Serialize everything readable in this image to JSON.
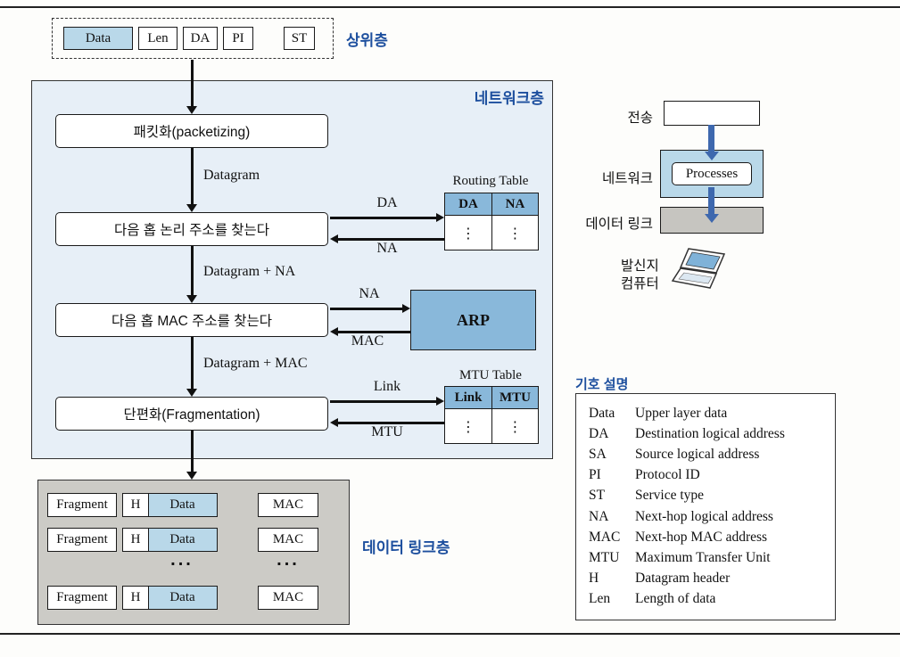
{
  "upper_layer": {
    "label": "상위층",
    "fields": [
      "Data",
      "Len",
      "DA",
      "PI",
      "ST"
    ]
  },
  "network_layer": {
    "label": "네트워크층",
    "step1": "패킷화(packetizing)",
    "step2": "다음 홉 논리 주소를 찾는다",
    "step3": "다음 홉 MAC 주소를 찾는다",
    "step4": "단편화(Fragmentation)",
    "flow1": "Datagram",
    "flow2": "Datagram + NA",
    "flow3": "Datagram + MAC",
    "routing_table": {
      "title": "Routing Table",
      "col1": "DA",
      "col2": "NA",
      "dots": "⋮",
      "out_label": "DA",
      "in_label": "NA"
    },
    "arp": {
      "label": "ARP",
      "out_label": "NA",
      "in_label": "MAC"
    },
    "mtu_table": {
      "title": "MTU Table",
      "col1": "Link",
      "col2": "MTU",
      "dots": "⋮",
      "out_label": "Link",
      "in_label": "MTU"
    }
  },
  "data_link_layer": {
    "label": "데이터 링크층",
    "fragment": "Fragment",
    "h": "H",
    "data": "Data",
    "mac": "MAC",
    "ellipsis": "..."
  },
  "stack": {
    "transport_label": "전송",
    "network_label": "네트워크",
    "network_content": "Processes",
    "datalink_label": "데이터 링크",
    "source_label_1": "발신지",
    "source_label_2": "컴퓨터"
  },
  "legend": {
    "title": "기호 설명",
    "entries": [
      {
        "term": "Data",
        "desc": "Upper layer data"
      },
      {
        "term": "DA",
        "desc": "Destination logical address"
      },
      {
        "term": "SA",
        "desc": "Source logical address"
      },
      {
        "term": "PI",
        "desc": "Protocol ID"
      },
      {
        "term": "ST",
        "desc": "Service type"
      },
      {
        "term": "NA",
        "desc": "Next-hop logical address"
      },
      {
        "term": "MAC",
        "desc": "Next-hop MAC address"
      },
      {
        "term": "MTU",
        "desc": "Maximum Transfer Unit"
      },
      {
        "term": "H",
        "desc": "Datagram header"
      },
      {
        "term": "Len",
        "desc": "Length of data"
      }
    ]
  }
}
